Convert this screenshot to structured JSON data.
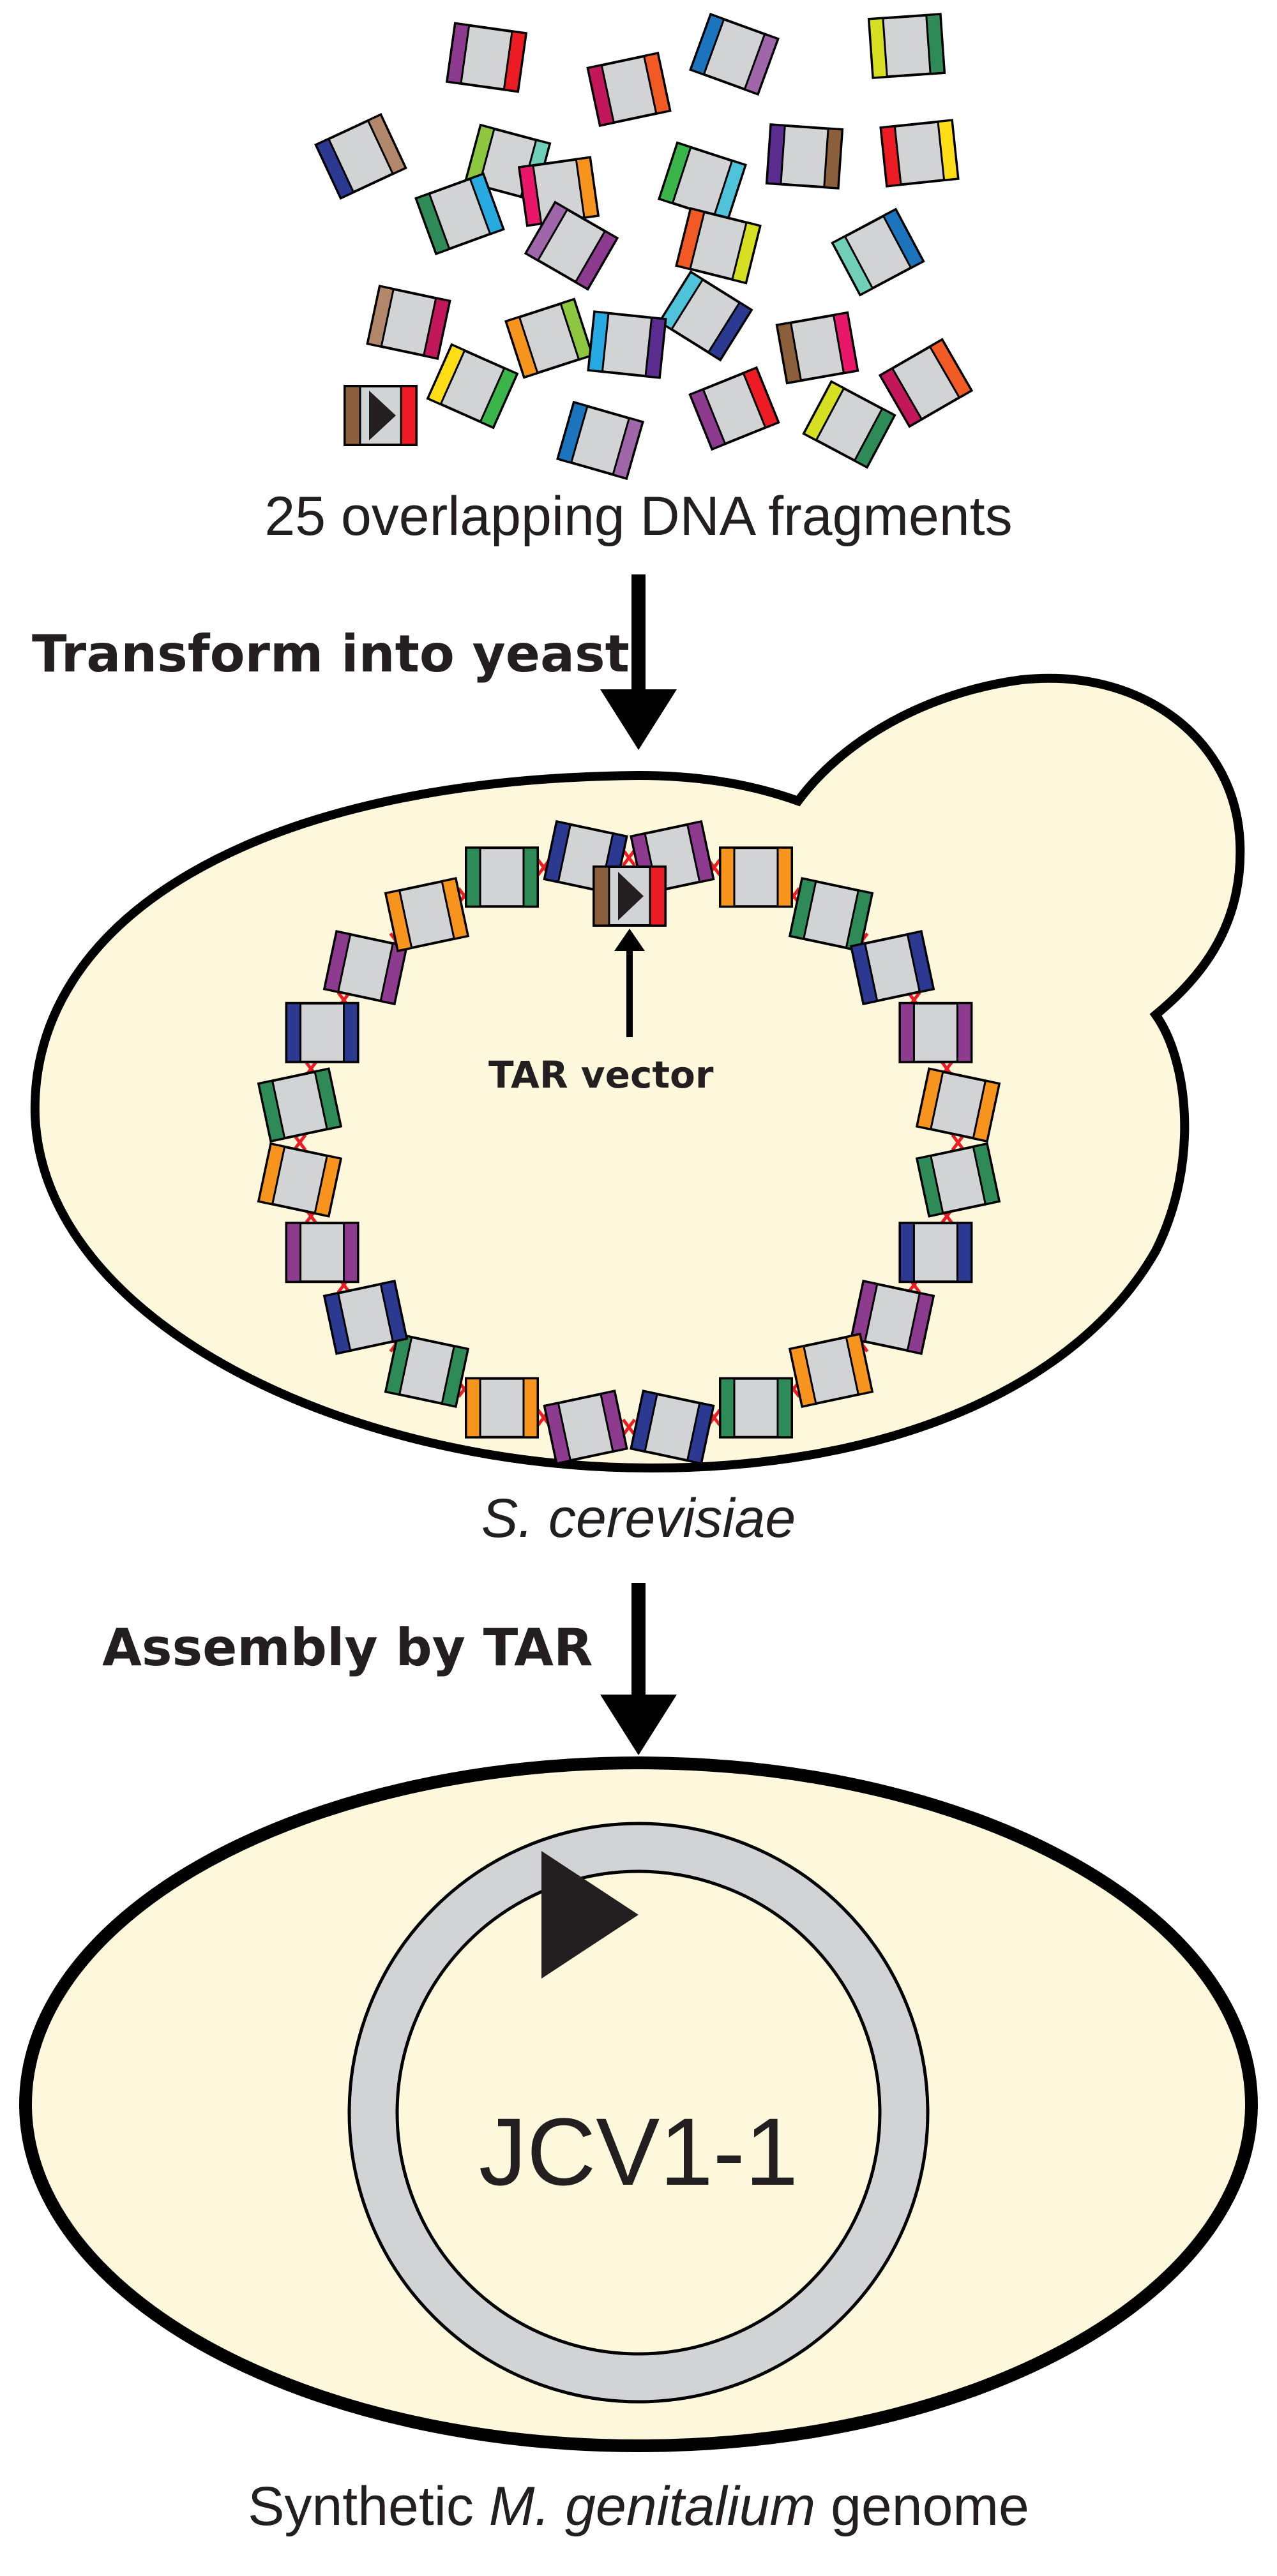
{
  "labels": {
    "fragments": "25 overlapping DNA fragments",
    "transform": "Transform into yeast",
    "host": "S. cerevisiae",
    "assembly": "Assembly by TAR",
    "tar_vector": "TAR vector",
    "genome_name": "JCV1-1",
    "synthetic_prefix": "Synthetic ",
    "synthetic_species": "M. genitalium",
    "synthetic_suffix": " genome"
  },
  "colors": {
    "cell_fill": "#fdf8dc",
    "outline": "#000000",
    "fragment_body": "#d1d3d4",
    "junction": "#ec1c24",
    "genome_ring": "#d1d3d4"
  },
  "fragment_palette": [
    "#8c3b8f",
    "#c2185b",
    "#e8176a",
    "#ec1c24",
    "#f15a24",
    "#f7941d",
    "#ffde17",
    "#d7df23",
    "#8dc63f",
    "#39b54a",
    "#2e8b57",
    "#6fcfb8",
    "#4fc3d9",
    "#27aae1",
    "#1c75bc",
    "#2b3990",
    "#5b2d90",
    "#a066aa",
    "#b3876b",
    "#8b5e3c"
  ]
}
